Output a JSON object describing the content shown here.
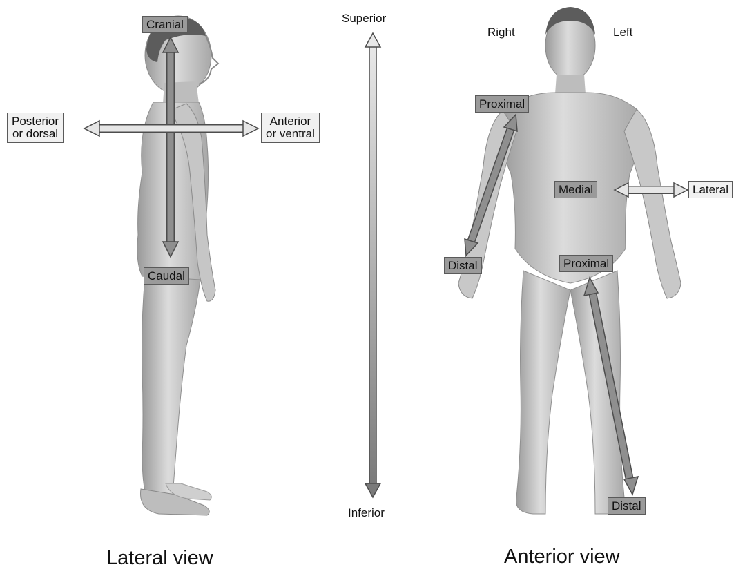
{
  "colors": {
    "arrow_dark": "#8f8f8f",
    "arrow_light": "#e6e6e6",
    "arrow_stroke": "#4d4d4d",
    "label_dark": "#9a9a9a",
    "label_light": "#f1f1f1"
  },
  "lateral": {
    "cranial": "Cranial",
    "caudal": "Caudal",
    "posterior_line1": "Posterior",
    "posterior_line2": "or dorsal",
    "anterior_line1": "Anterior",
    "anterior_line2": "or ventral",
    "caption": "Lateral view"
  },
  "axis": {
    "superior": "Superior",
    "inferior": "Inferior"
  },
  "anterior": {
    "right": "Right",
    "left": "Left",
    "arm_proximal": "Proximal",
    "arm_distal": "Distal",
    "medial": "Medial",
    "lateral": "Lateral",
    "leg_proximal": "Proximal",
    "leg_distal": "Distal",
    "caption": "Anterior view"
  }
}
